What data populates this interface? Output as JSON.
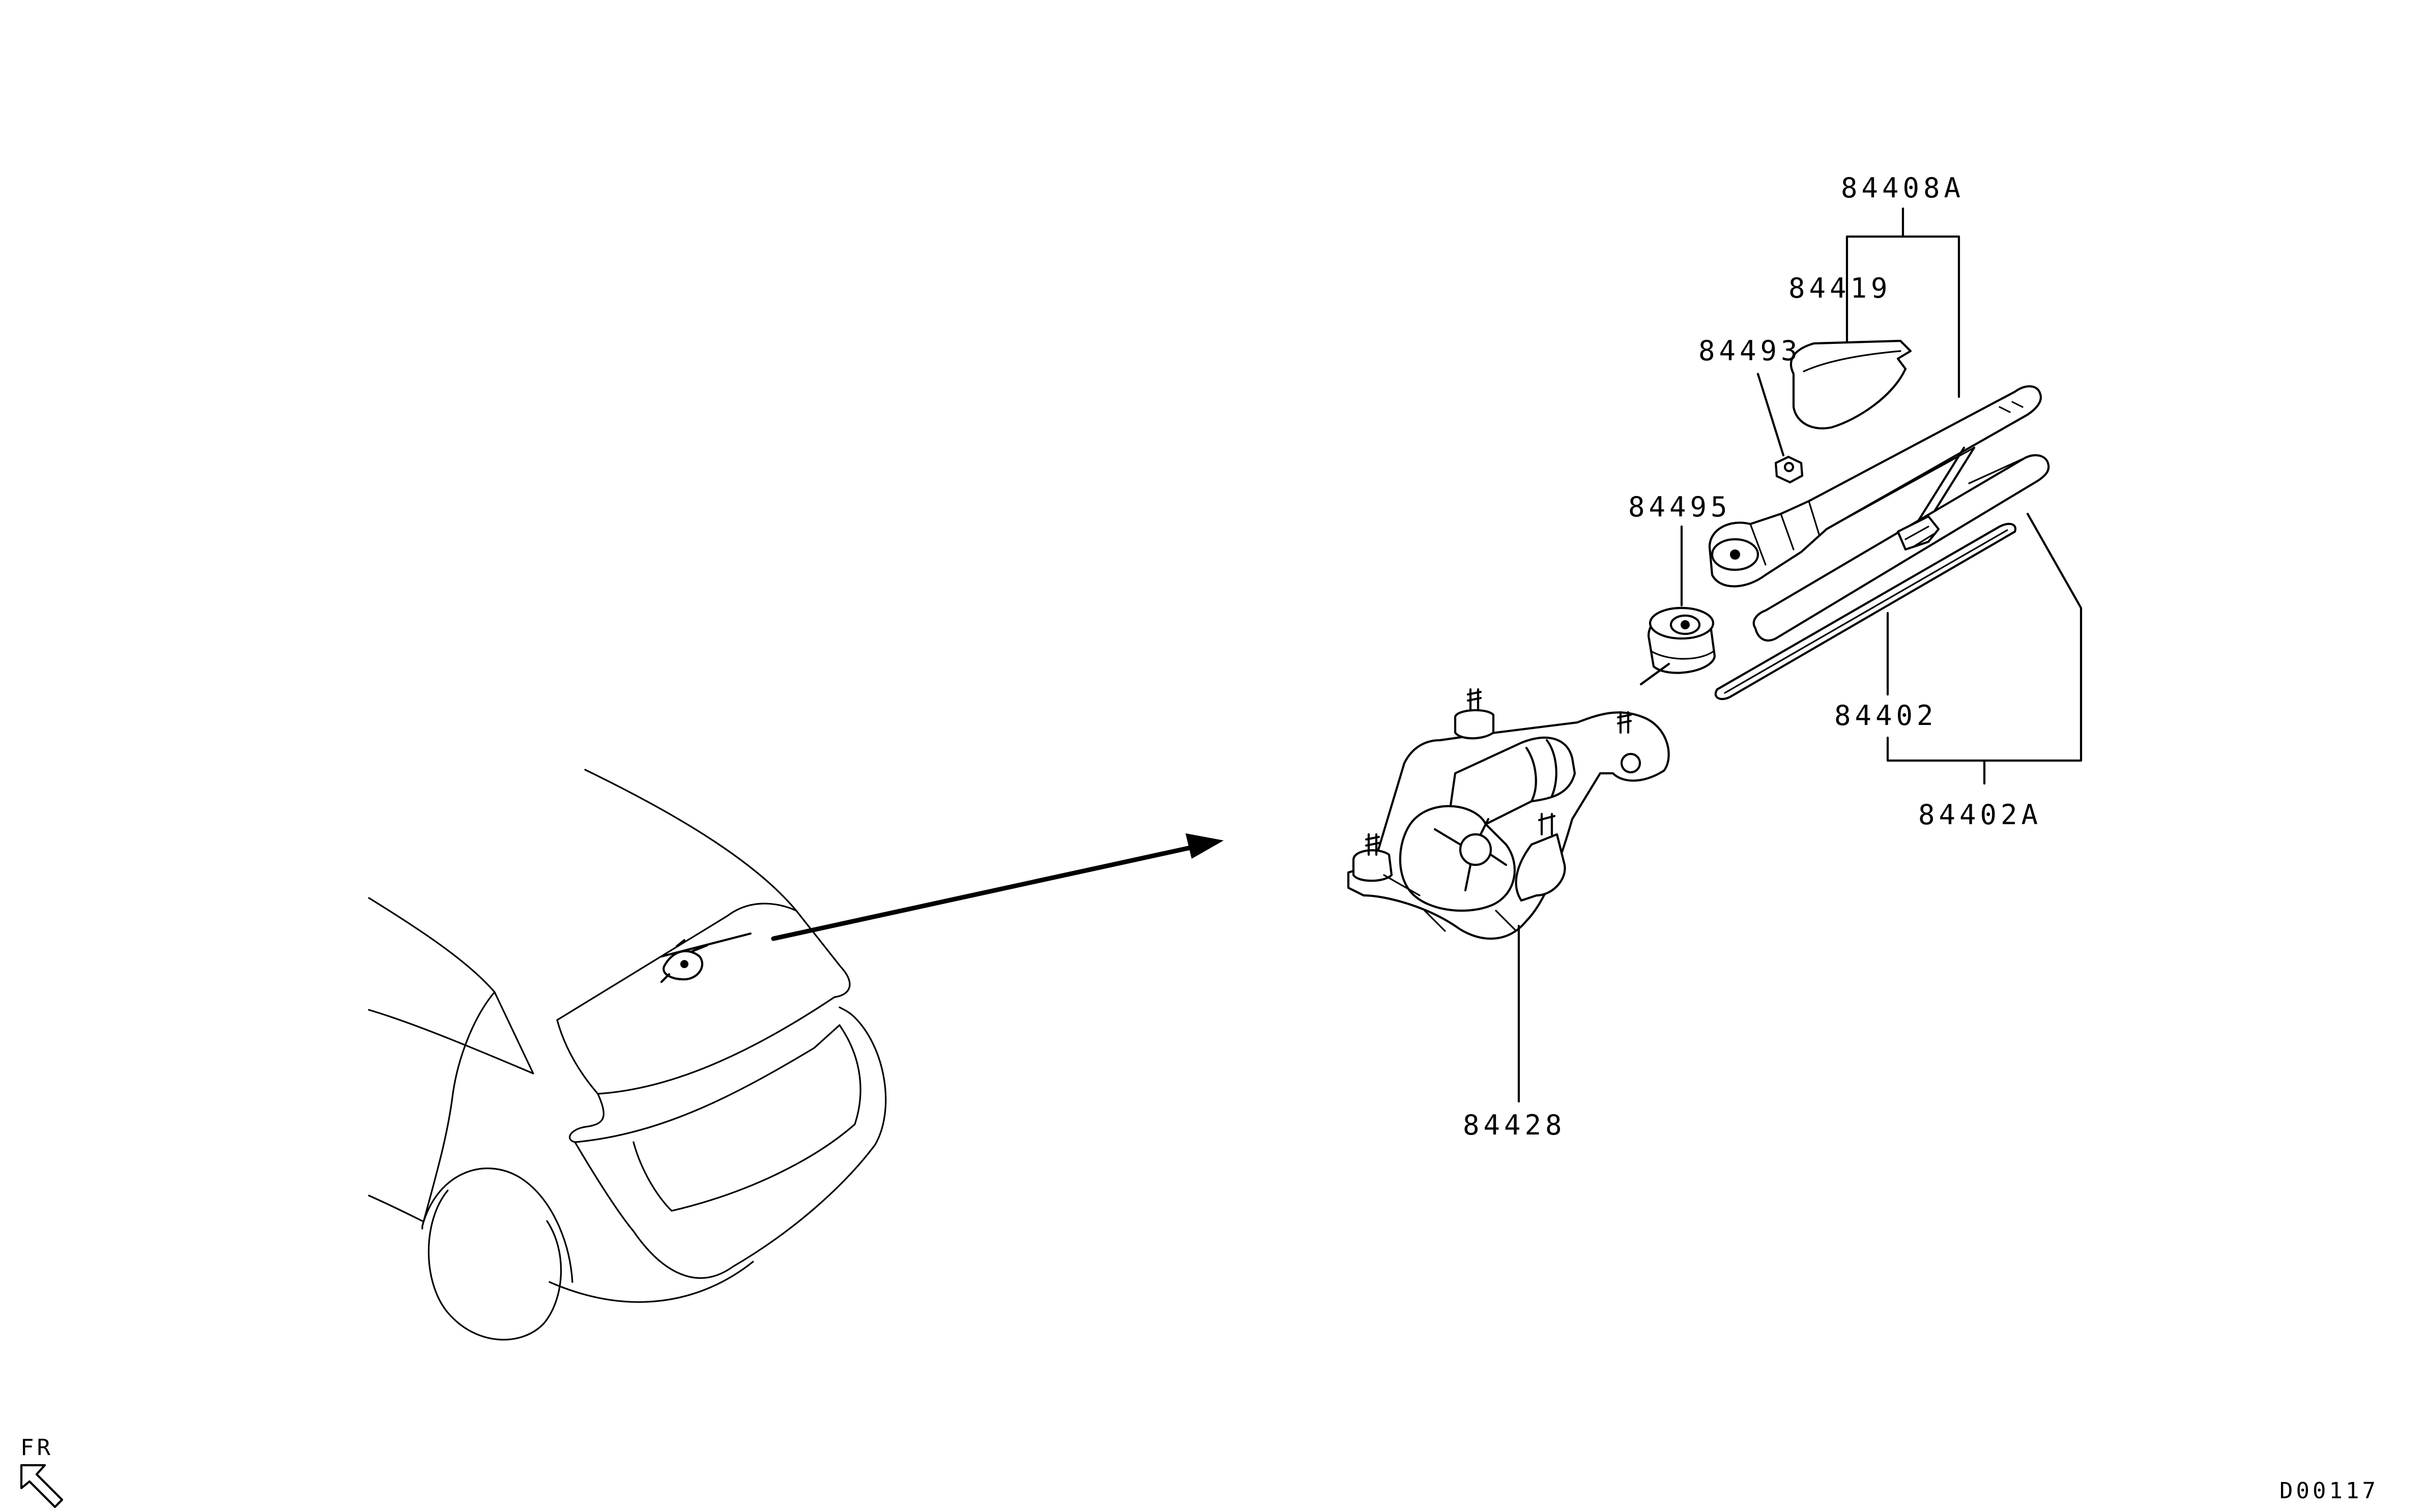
{
  "labels": {
    "wiper_arm_assembly": "84408A",
    "arm_cap": "84419",
    "nut": "84493",
    "pivot_seal": "84495",
    "blade": "84402",
    "blade_assembly": "84402A",
    "wiper_motor": "84428"
  },
  "direction_marker": "FR",
  "diagram_code": "D00117"
}
